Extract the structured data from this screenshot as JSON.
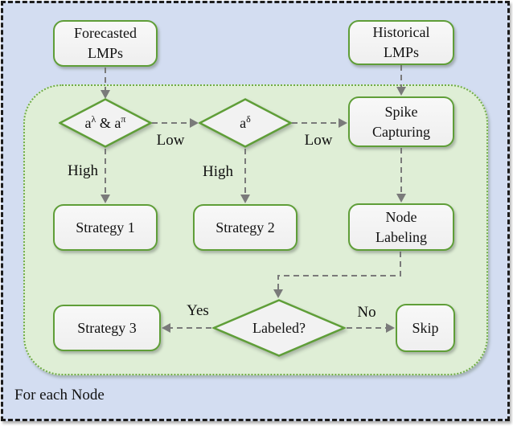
{
  "outer_label": "For each Node",
  "nodes": {
    "forecasted": {
      "line1": "Forecasted",
      "line2": "LMPs"
    },
    "historical": {
      "line1": "Historical",
      "line2": "LMPs"
    },
    "decision_act_lambda_pi": {
      "base1": "a",
      "sup1": "λ",
      "base2": " & a",
      "sup2": "π"
    },
    "decision_act_delta": {
      "base1": "a",
      "sup1": "δ"
    },
    "spike_capturing": {
      "line1": "Spike",
      "line2": "Capturing"
    },
    "strategy1": {
      "label": "Strategy 1"
    },
    "strategy2": {
      "label": "Strategy 2"
    },
    "node_labeling": {
      "line1": "Node",
      "line2": "Labeling"
    },
    "labeled_decision": {
      "label": "Labeled?"
    },
    "strategy3": {
      "label": "Strategy 3"
    },
    "skip": {
      "label": "Skip"
    }
  },
  "edge_labels": {
    "low_1": "Low",
    "low_2": "Low",
    "high_1": "High",
    "high_2": "High",
    "yes": "Yes",
    "no": "No"
  },
  "colors": {
    "outer_background": "#d3ddf1",
    "frame_border": "#1c1c1c",
    "container_background": "#dfeed6",
    "container_border": "#70ad47",
    "node_fill": "#f2f2f2",
    "node_border": "#5f9e38",
    "arrow_gray": "#7a7a7a",
    "text": "#111111"
  }
}
